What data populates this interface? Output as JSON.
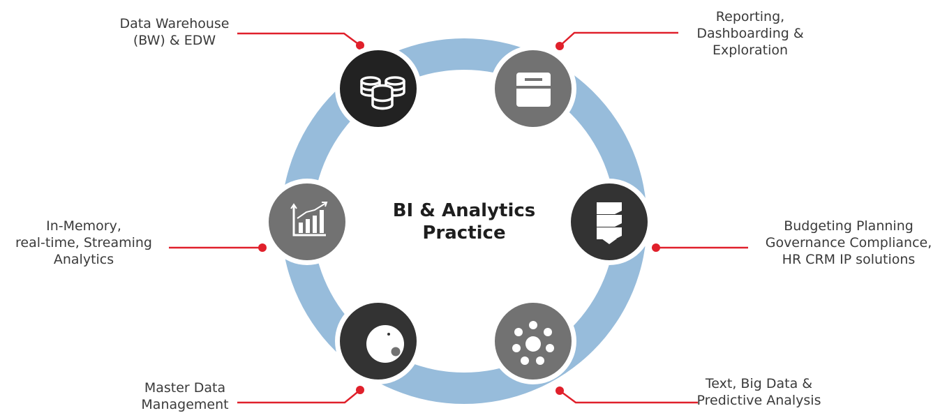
{
  "center": {
    "line1": "BI & Analytics",
    "line2": "Practice"
  },
  "nodes": [
    {
      "id": "data-warehouse",
      "icon": "database-stack-icon",
      "lines": [
        "Data Warehouse",
        "(BW) & EDW"
      ]
    },
    {
      "id": "reporting",
      "icon": "window-panel-icon",
      "lines": [
        "Reporting,",
        "Dashboarding &",
        "Exploration"
      ]
    },
    {
      "id": "budgeting",
      "icon": "layered-stack-icon",
      "lines": [
        "Budgeting Planning",
        "Governance Compliance,",
        "HR CRM IP solutions"
      ]
    },
    {
      "id": "text-big-data",
      "icon": "dots-cluster-icon",
      "lines": [
        "Text, Big Data &",
        "Predictive Analysis"
      ]
    },
    {
      "id": "master-data",
      "icon": "gauge-dial-icon",
      "lines": [
        "Master Data",
        "Management"
      ]
    },
    {
      "id": "in-memory",
      "icon": "bar-chart-trend-icon",
      "lines": [
        "In-Memory,",
        "real-time, Streaming",
        "Analytics"
      ]
    }
  ],
  "colors": {
    "ring": "#97bcdb",
    "accent_red": "#e0202b",
    "node_dark": "#222222",
    "node_gray": "#727272",
    "node_charcoal": "#333333",
    "text": "#3a3a3a"
  }
}
